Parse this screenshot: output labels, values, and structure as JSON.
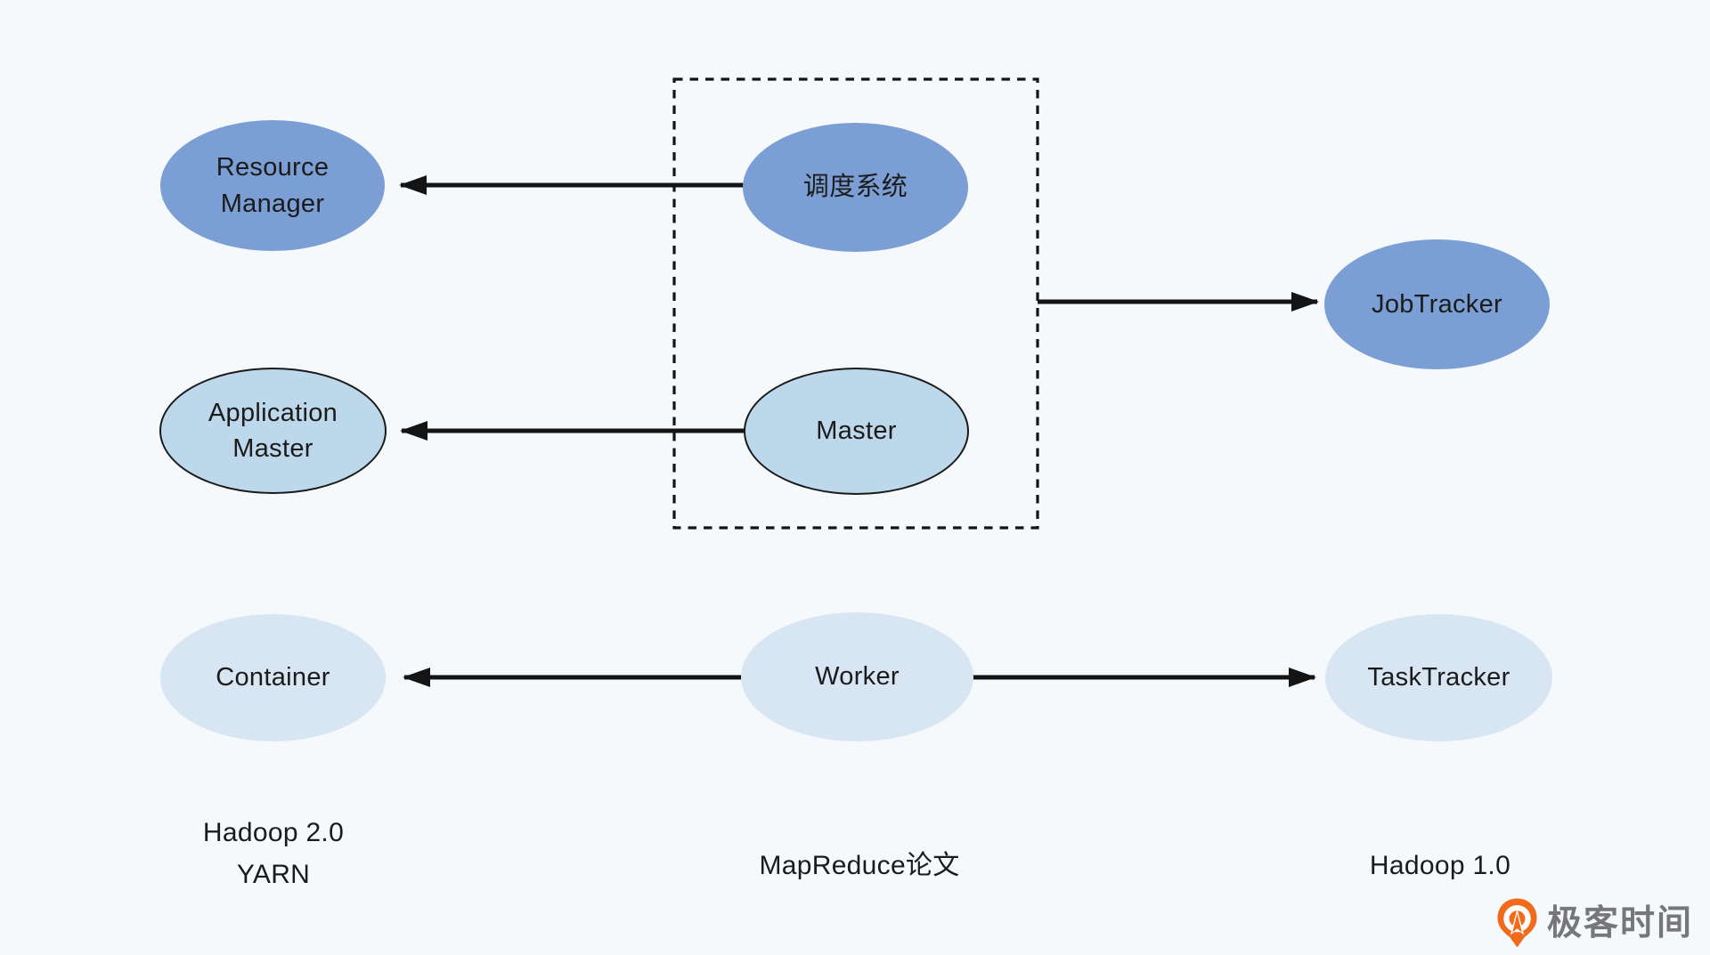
{
  "diagram": {
    "title_implicit": "MapReduce paper concepts mapped to Hadoop 1.0 and Hadoop 2.0 YARN",
    "background_color": "#F5F9FB",
    "colors": {
      "dark_blue_fill": "#7B9FD4",
      "mid_blue_fill": "#BDD8EB",
      "pale_blue_fill": "#D8E5F2",
      "line_color": "#141414",
      "text_color": "#1B1B1B"
    },
    "nodes": {
      "scheduler": {
        "label": "调度系统"
      },
      "resource_manager": {
        "line1": "Resource",
        "line2": "Manager"
      },
      "jobtracker": {
        "label": "JobTracker"
      },
      "application_master": {
        "line1": "Application",
        "line2": "Master"
      },
      "master": {
        "label": "Master"
      },
      "container": {
        "label": "Container"
      },
      "worker": {
        "label": "Worker"
      },
      "tasktracker": {
        "label": "TaskTracker"
      }
    },
    "dashed_group": {
      "contains": [
        "调度系统",
        "Master"
      ],
      "caption": "MapReduce论文"
    },
    "edges": [
      {
        "from": "调度系统",
        "to": "Resource Manager",
        "direction": "left"
      },
      {
        "from": "MapReduce论文-box",
        "to": "JobTracker",
        "direction": "right"
      },
      {
        "from": "Master",
        "to": "Application Master",
        "direction": "left"
      },
      {
        "from": "Worker",
        "to": "Container",
        "direction": "left"
      },
      {
        "from": "Worker",
        "to": "TaskTracker",
        "direction": "right"
      }
    ],
    "captions": {
      "left_line1": "Hadoop 2.0",
      "left_line2": "YARN",
      "center": "MapReduce论文",
      "right": "Hadoop 1.0"
    },
    "watermark": {
      "text": "极客时间",
      "icon": "geektime-pin-icon",
      "icon_color": "#F26B1D",
      "text_color": "#76767B"
    }
  }
}
